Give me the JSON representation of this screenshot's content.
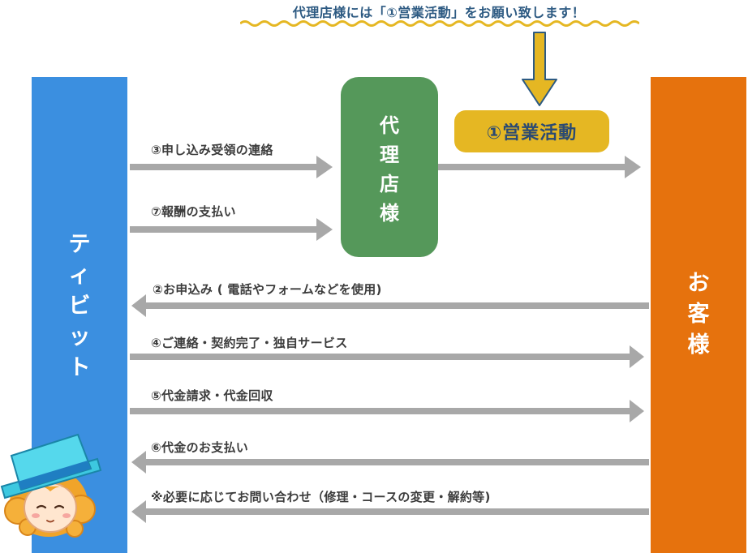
{
  "banner": {
    "text": "代理店様には「①営業活動」をお願い致します！",
    "color": "#2d5a82",
    "wave_color": "#e5b723"
  },
  "entities": {
    "tibit": {
      "label": "ティビット",
      "color": "#3b8fe0"
    },
    "agent": {
      "label": "代理店様",
      "color": "#55985a"
    },
    "customer": {
      "label": "お客様",
      "color": "#e6720d"
    }
  },
  "sales_activity": {
    "label": "①営業活動",
    "color": "#e5b723"
  },
  "flows": [
    {
      "label": "③申し込み受領の連絡",
      "from": "tibit",
      "to": "agent"
    },
    {
      "label": "⑦報酬の支払い",
      "from": "tibit",
      "to": "agent"
    },
    {
      "label": "②お申込み ( 電話やフォームなどを使用)",
      "from": "customer",
      "to": "tibit"
    },
    {
      "label": "④ご連絡・契約完了・独自サービス",
      "from": "tibit",
      "to": "customer"
    },
    {
      "label": "⑤代金請求・代金回収",
      "from": "tibit",
      "to": "customer"
    },
    {
      "label": "⑥代金のお支払い",
      "from": "customer",
      "to": "tibit"
    },
    {
      "label": "※必要に応じてお問い合わせ（修理・コースの変更・解約等)",
      "from": "customer",
      "to": "tibit"
    }
  ],
  "arrow_color": "#a8a8a8",
  "mascot": {
    "icon": "mascot-character-icon"
  }
}
